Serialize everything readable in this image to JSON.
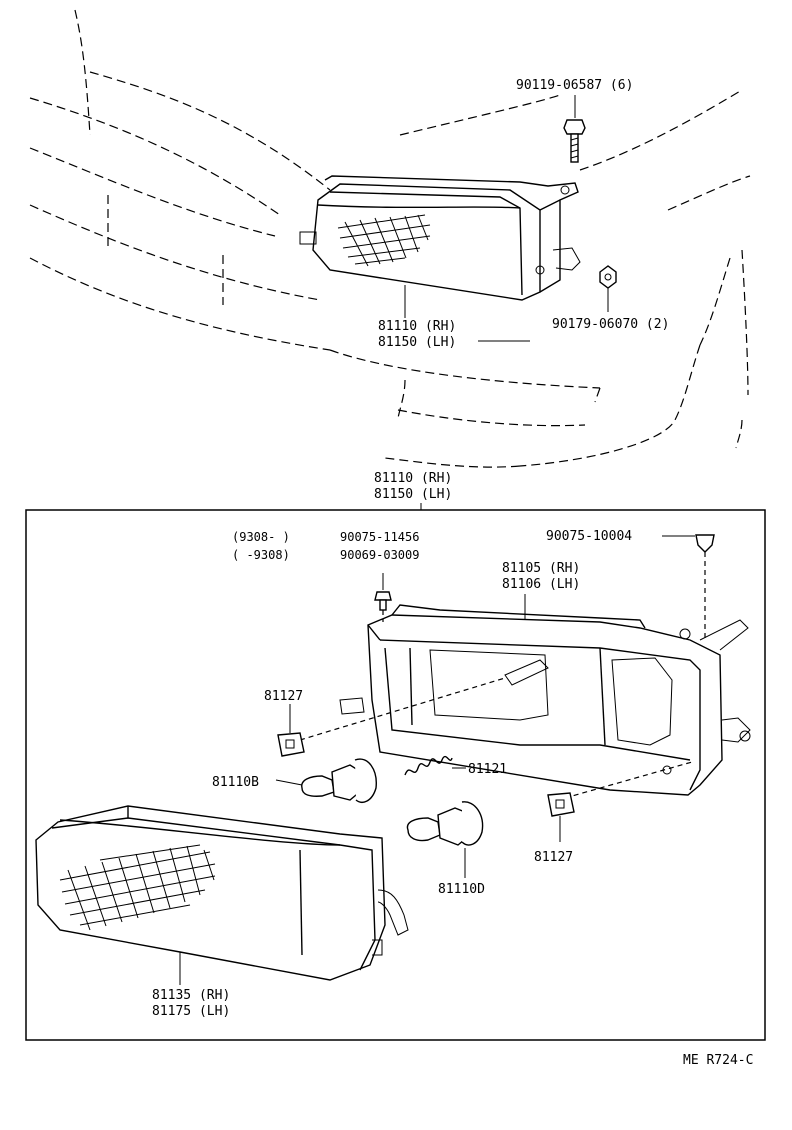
{
  "upper": {
    "bolt_label": "90119-06587 (6)",
    "nut_label": "90179-06070 (2)",
    "assy_rh": "81110 (RH)",
    "assy_lh": "81150 (LH)"
  },
  "box_header": {
    "rh": "81110 (RH)",
    "lh": "81150 (LH)"
  },
  "detail": {
    "screw_row1_range": "(9308-      )",
    "screw_row1_part": "90075-11456",
    "screw_row2_range": "(      -9308)",
    "screw_row2_part": "90069-03009",
    "clip_part": "90075-10004",
    "housing_rh": "81105 (RH)",
    "housing_lh": "81106 (LH)",
    "socket_left": "81127",
    "socket_right": "81127",
    "bulb_b": "81110B",
    "bulb_d": "81110D",
    "spring": "81121",
    "lens_rh": "81135 (RH)",
    "lens_lh": "81175 (LH)"
  },
  "footer": {
    "code": "ME  R724-C"
  }
}
